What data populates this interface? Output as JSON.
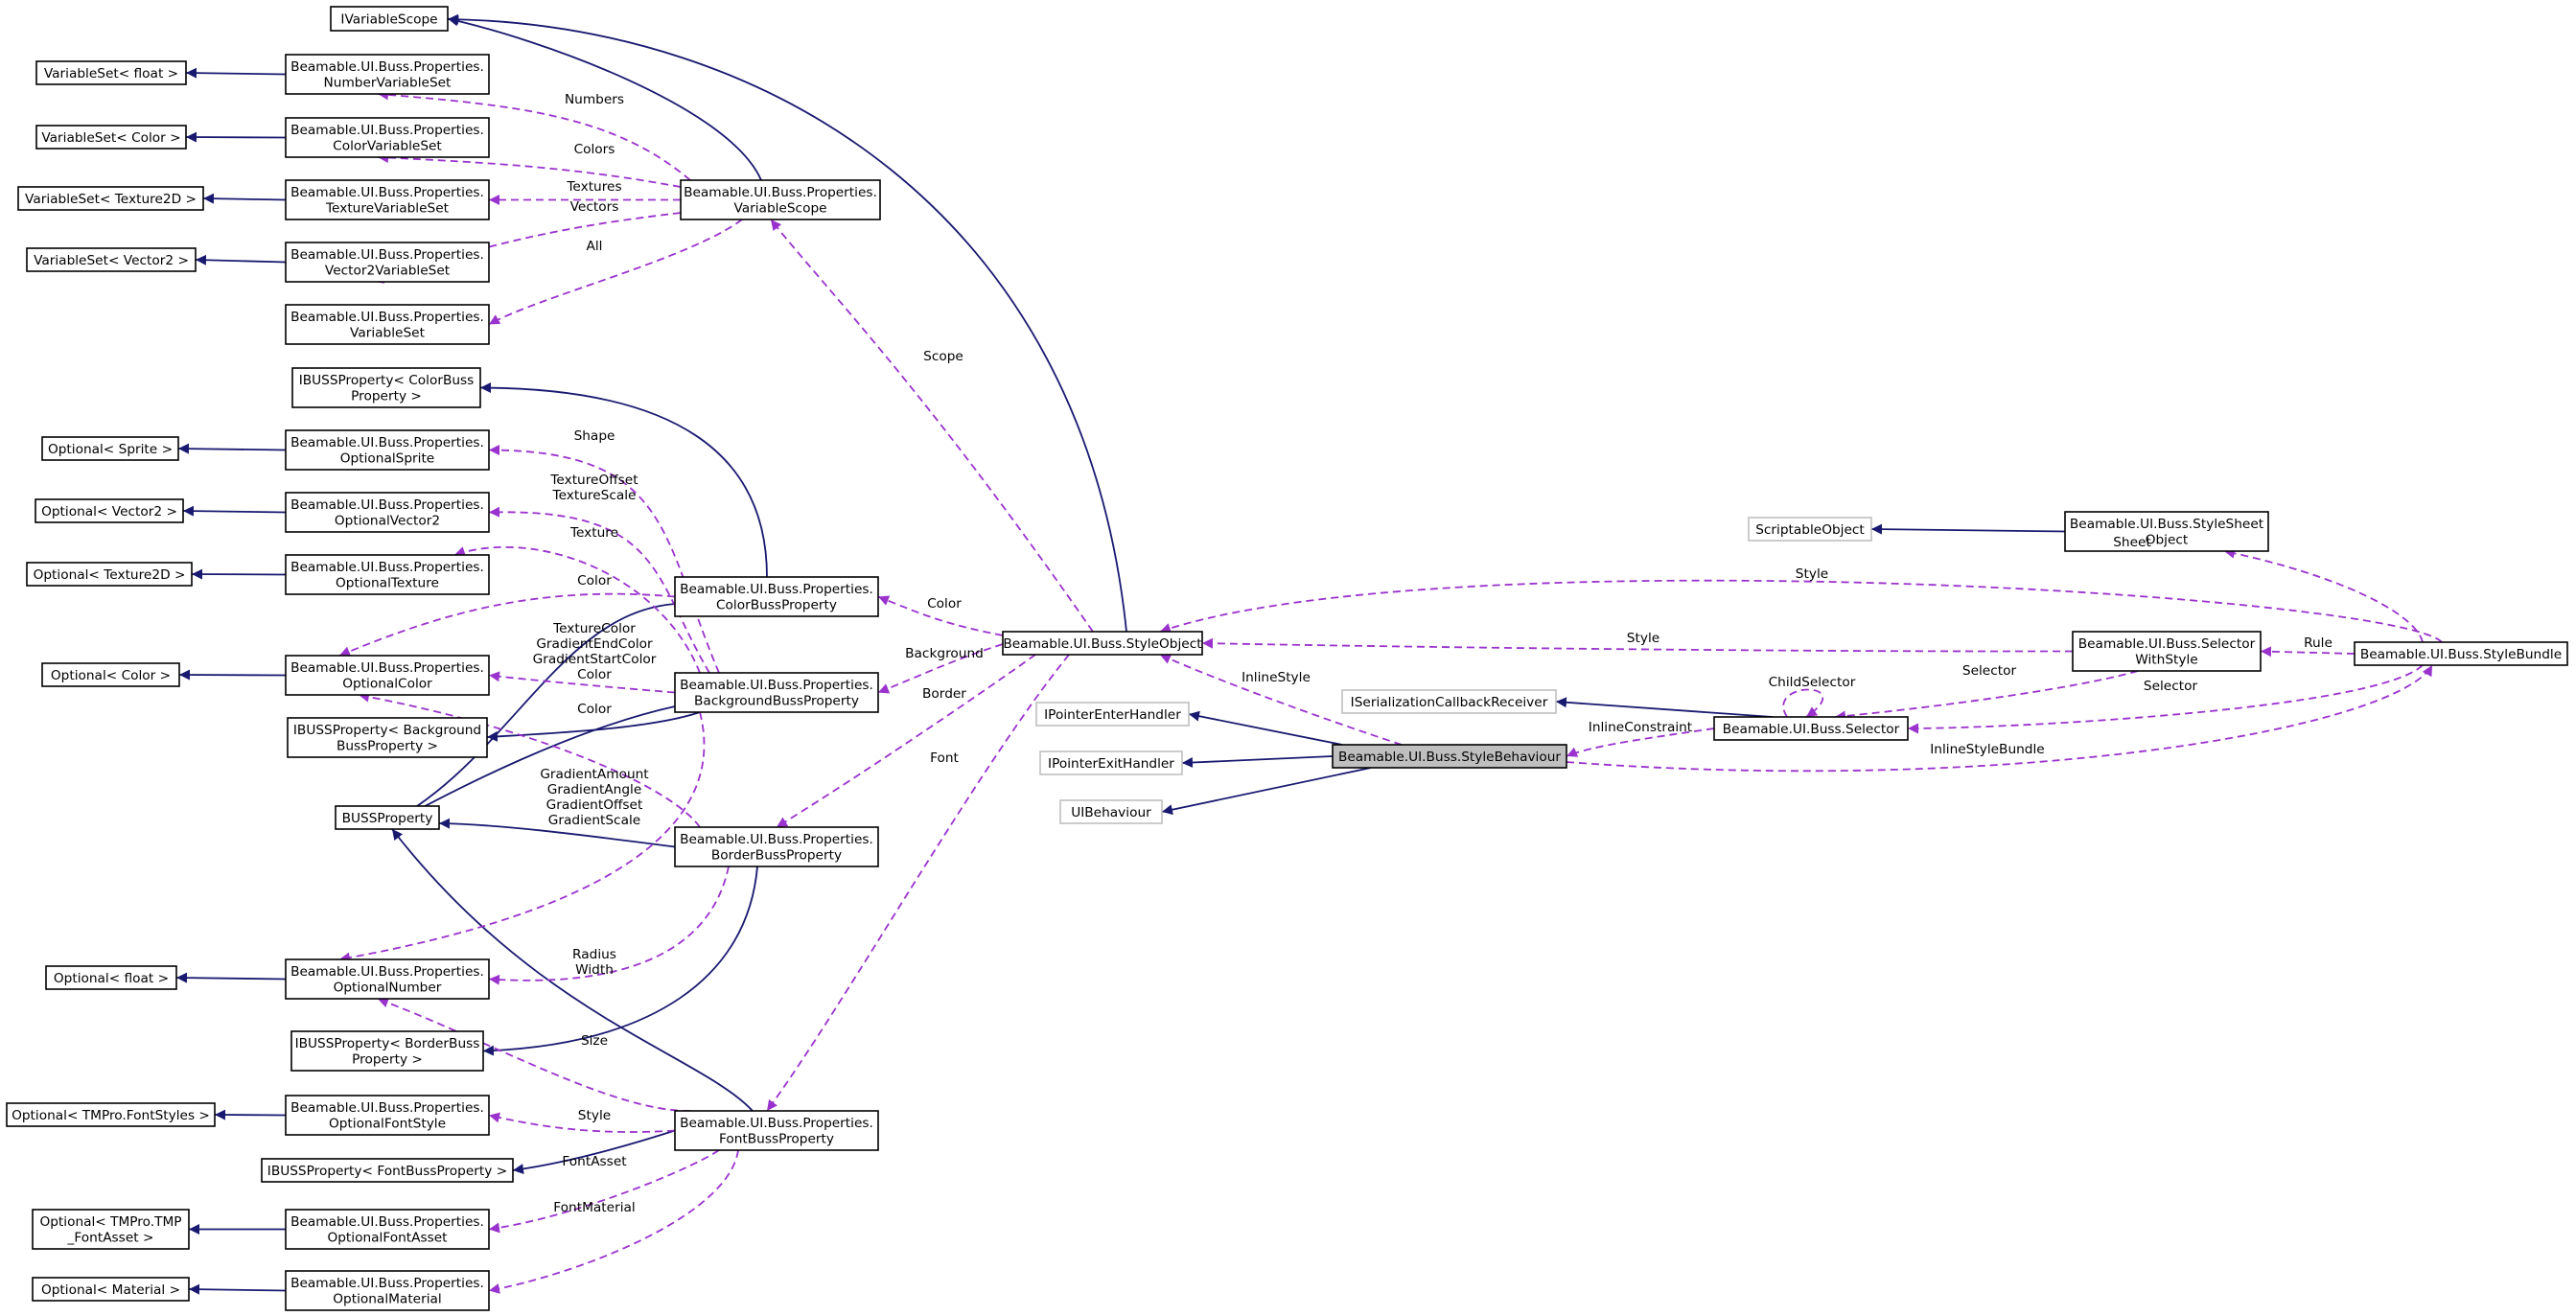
{
  "nodes": {
    "ivariablescope": "IVariableScope",
    "vs_float": "VariableSet< float >",
    "numbervariableset": "Beamable.UI.Buss.Properties.\nNumberVariableSet",
    "vs_color": "VariableSet< Color >",
    "colorvariableset": "Beamable.UI.Buss.Properties.\nColorVariableSet",
    "vs_texture2d": "VariableSet< Texture2D >",
    "texturevariableset": "Beamable.UI.Buss.Properties.\nTextureVariableSet",
    "vs_vector2": "VariableSet< Vector2 >",
    "vector2variableset": "Beamable.UI.Buss.Properties.\nVector2VariableSet",
    "variableset": "Beamable.UI.Buss.Properties.\nVariableSet",
    "variablescope": "Beamable.UI.Buss.Properties.\nVariableScope",
    "ibuss_colorbuss": "IBUSSProperty< ColorBuss\nProperty >",
    "opt_sprite": "Optional< Sprite >",
    "optionalsprite": "Beamable.UI.Buss.Properties.\nOptionalSprite",
    "opt_vector2": "Optional< Vector2 >",
    "optionalvector2": "Beamable.UI.Buss.Properties.\nOptionalVector2",
    "opt_texture2d": "Optional< Texture2D >",
    "optionaltexture": "Beamable.UI.Buss.Properties.\nOptionalTexture",
    "colorbussproperty": "Beamable.UI.Buss.Properties.\nColorBussProperty",
    "opt_color": "Optional< Color >",
    "optionalcolor": "Beamable.UI.Buss.Properties.\nOptionalColor",
    "backgroundbussproperty": "Beamable.UI.Buss.Properties.\nBackgroundBussProperty",
    "ibuss_background": "IBUSSProperty< Background\nBussProperty >",
    "bussproperty": "BUSSProperty",
    "borderbussproperty": "Beamable.UI.Buss.Properties.\nBorderBussProperty",
    "opt_float": "Optional< float >",
    "optionalnumber": "Beamable.UI.Buss.Properties.\nOptionalNumber",
    "ibuss_border": "IBUSSProperty< BorderBuss\nProperty >",
    "opt_fontstyles": "Optional< TMPro.FontStyles >",
    "optionalfontstyle": "Beamable.UI.Buss.Properties.\nOptionalFontStyle",
    "fontbussproperty": "Beamable.UI.Buss.Properties.\nFontBussProperty",
    "ibuss_font": "IBUSSProperty< FontBussProperty >",
    "opt_tmpfontasset": "Optional< TMPro.TMP\n_FontAsset >",
    "optionalfontasset": "Beamable.UI.Buss.Properties.\nOptionalFontAsset",
    "opt_material": "Optional< Material >",
    "optionalmaterial": "Beamable.UI.Buss.Properties.\nOptionalMaterial",
    "styleobject": "Beamable.UI.Buss.StyleObject",
    "ipointerenter": "IPointerEnterHandler",
    "ipointerexit": "IPointerExitHandler",
    "uibehaviour": "UIBehaviour",
    "stylebehaviour": "Beamable.UI.Buss.StyleBehaviour",
    "iserialization": "ISerializationCallbackReceiver",
    "selector": "Beamable.UI.Buss.Selector",
    "scriptableobject": "ScriptableObject",
    "stylesheetobject": "Beamable.UI.Buss.StyleSheet\nObject",
    "selectorwithstyle": "Beamable.UI.Buss.Selector\nWithStyle",
    "stylebundle": "Beamable.UI.Buss.StyleBundle"
  },
  "edge_labels": {
    "numbers": "Numbers",
    "colors": "Colors",
    "textures": "Textures",
    "vectors": "Vectors",
    "all": "All",
    "scope": "Scope",
    "shape": "Shape",
    "textureoffset_scale": "TextureOffset\nTextureScale",
    "texture": "Texture",
    "color_colorbuss": "Color",
    "color_bg_group": "TextureColor\nGradientEndColor\nGradientStartColor\nColor",
    "color_border": "Color",
    "gradient_group": "GradientAmount\nGradientAngle\nGradientOffset\nGradientScale",
    "radius_width": "Radius\nWidth",
    "size": "Size",
    "style_font": "Style",
    "fontasset": "FontAsset",
    "fontmaterial": "FontMaterial",
    "color_so": "Color",
    "background_so": "Background",
    "border_so": "Border",
    "font_so": "Font",
    "inlinestyle": "InlineStyle",
    "style_sws": "Style",
    "style_bundle": "Style",
    "sheet": "Sheet",
    "rule": "Rule",
    "childselector": "ChildSelector",
    "selector_sws": "Selector",
    "selector_bundle": "Selector",
    "inlineconstraint": "InlineConstraint",
    "inlinestylebundle": "InlineStyleBundle"
  },
  "colors": {
    "inheritance": "#191970",
    "usage": "#9a32cd",
    "focus_fill": "#bfbfbf",
    "external_border": "#bfbfbf"
  }
}
